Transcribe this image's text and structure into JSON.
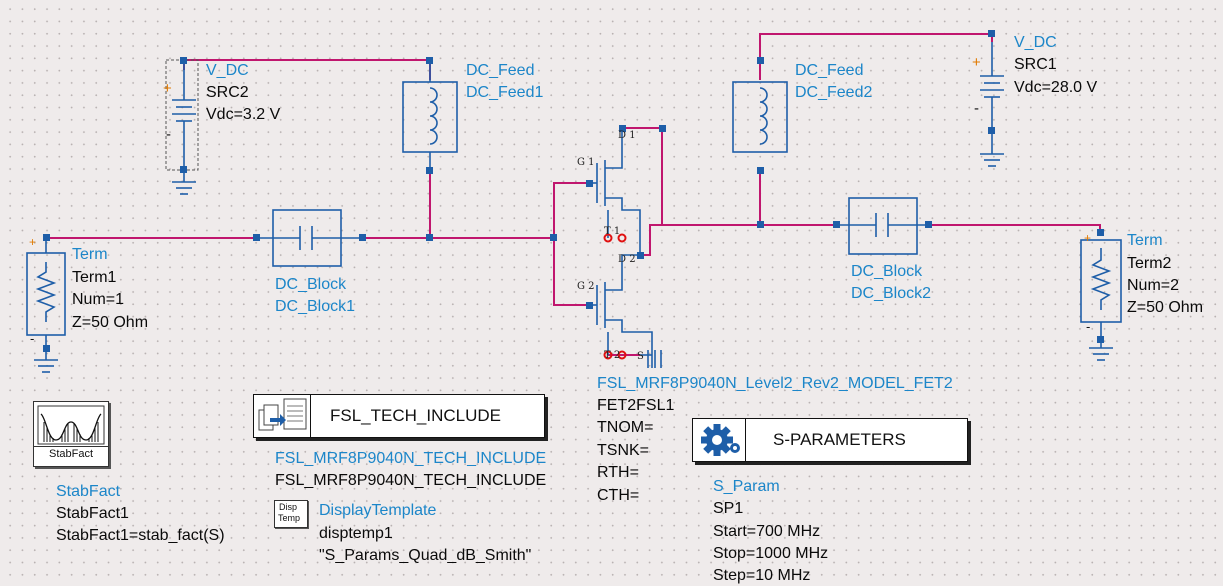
{
  "components": {
    "vdc_left": {
      "type": "V_DC",
      "name": "SRC2",
      "param": "Vdc=3.2 V"
    },
    "vdc_right": {
      "type": "V_DC",
      "name": "SRC1",
      "param": "Vdc=28.0 V"
    },
    "feed_left": {
      "type": "DC_Feed",
      "name": "DC_Feed1"
    },
    "feed_right": {
      "type": "DC_Feed",
      "name": "DC_Feed2"
    },
    "block_left": {
      "type": "DC_Block",
      "name": "DC_Block1"
    },
    "block_right": {
      "type": "DC_Block",
      "name": "DC_Block2"
    },
    "term_left": {
      "type": "Term",
      "name": "Term1",
      "num": "Num=1",
      "z": "Z=50 Ohm"
    },
    "term_right": {
      "type": "Term",
      "name": "Term2",
      "num": "Num=2",
      "z": "Z=50 Ohm"
    },
    "fet": {
      "model": "FSL_MRF8P9040N_Level2_Rev2_MODEL_FET2",
      "name": "FET2FSL1",
      "params": [
        "TNOM=",
        "TSNK=",
        "RTH=",
        "CTH="
      ],
      "pins": {
        "g1": "G 1",
        "d1": "D 1",
        "t1": "T 1",
        "g2": "G 2",
        "d2": "D 2",
        "t2": "T 2",
        "s": "S"
      }
    },
    "polarity": {
      "plus": "+",
      "minus": "-"
    },
    "tech_include": {
      "title": "FSL_TECH_INCLUDE",
      "line1": "FSL_MRF8P9040N_TECH_INCLUDE",
      "line2": "FSL_MRF8P9040N_TECH_INCLUDE"
    },
    "display_template": {
      "icon_top": "Disp",
      "icon_bottom": "Temp",
      "type": "DisplayTemplate",
      "name": "disptemp1",
      "value": "\"S_Params_Quad_dB_Smith\""
    },
    "stabfact": {
      "icon_label": "StabFact",
      "type": "StabFact",
      "name": "StabFact1",
      "expr": "StabFact1=stab_fact(S)"
    },
    "sparam": {
      "title": "S-PARAMETERS",
      "type": "S_Param",
      "name": "SP1",
      "start": "Start=700 MHz",
      "stop": "Stop=1000 MHz",
      "step": "Step=10 MHz"
    }
  },
  "colors": {
    "wire": "#c0166e",
    "component": "#1e5ea8",
    "text_blue": "#1c86c9",
    "pin_red": "#e01010"
  }
}
